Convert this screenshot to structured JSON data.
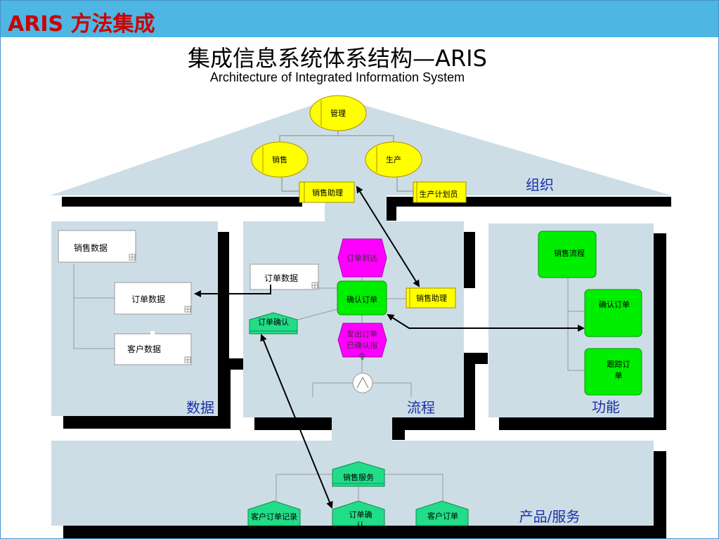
{
  "header": {
    "title": "ARIS 方法集成"
  },
  "slide": {
    "title": "集成信息系统体系结构—ARIS",
    "subtitle": "Architecture of Integrated Information System"
  },
  "sections": {
    "organization": "组织",
    "data": "数据",
    "process": "流程",
    "function": "功能",
    "product": "产品/服务"
  },
  "org": {
    "management": "管理",
    "sales": "销售",
    "production": "生产",
    "sales_assistant": "销售助理",
    "production_planner": "生产计划员"
  },
  "data": {
    "sales_data": "销售数据",
    "order_data": "订单数据",
    "customer_data": "客户数据"
  },
  "process": {
    "order_data": "订单数据",
    "order_arrival": "订单到达",
    "confirm_order": "确认订单",
    "sales_assistant": "销售助理",
    "order_confirm": "订单确认",
    "issue_order_1": "发出订单",
    "issue_order_2": "已确认指",
    "issue_order_3": "令"
  },
  "function": {
    "sales_process": "销售流程",
    "confirm_order": "确认订单",
    "track_order_1": "跟踪订",
    "track_order_2": "单"
  },
  "product": {
    "sales_service": "销售服务",
    "customer_order_record": "客户订单记录",
    "order_confirm_1": "订单确",
    "order_confirm_2": "认",
    "customer_order": "客户订单"
  },
  "colors": {
    "header": "#4db6e3",
    "title_red": "#cc0000",
    "panel": "#cddde6",
    "org_yellow": "#ffff00",
    "event_magenta": "#ff00ff",
    "function_green": "#00ee00",
    "product_green": "#22dd88",
    "section_label": "#1c2fa8"
  },
  "icons": {
    "table": "table-icon",
    "xor": "xor-connector-icon"
  }
}
